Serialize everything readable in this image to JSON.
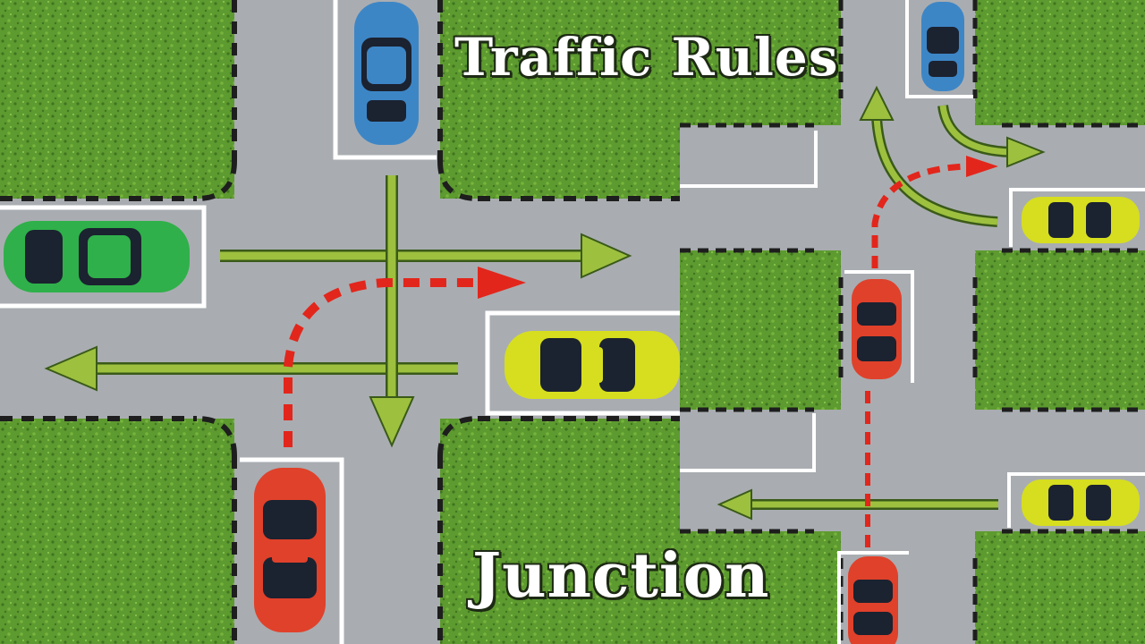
{
  "title": "Traffic Rules",
  "subtitle": "Junction",
  "colors": {
    "grass": "#5d9a2f",
    "grass_dark": "#3f7420",
    "road": "#a9adb1",
    "line": "#ffffff",
    "curb_dash": "#1e1e1e",
    "arrow_green": "#9dc03f",
    "arrow_red": "#e2261c",
    "car_blue": "#3d86c6",
    "car_green": "#2fb04a",
    "car_yellow": "#d6de1f",
    "car_red": "#e0412b"
  },
  "illustrations": [
    {
      "name": "four-way-junction",
      "cars": [
        "blue",
        "green",
        "yellow",
        "red"
      ]
    },
    {
      "name": "double-t-junction",
      "cars": [
        "blue",
        "yellow",
        "red",
        "yellow",
        "red"
      ]
    }
  ]
}
